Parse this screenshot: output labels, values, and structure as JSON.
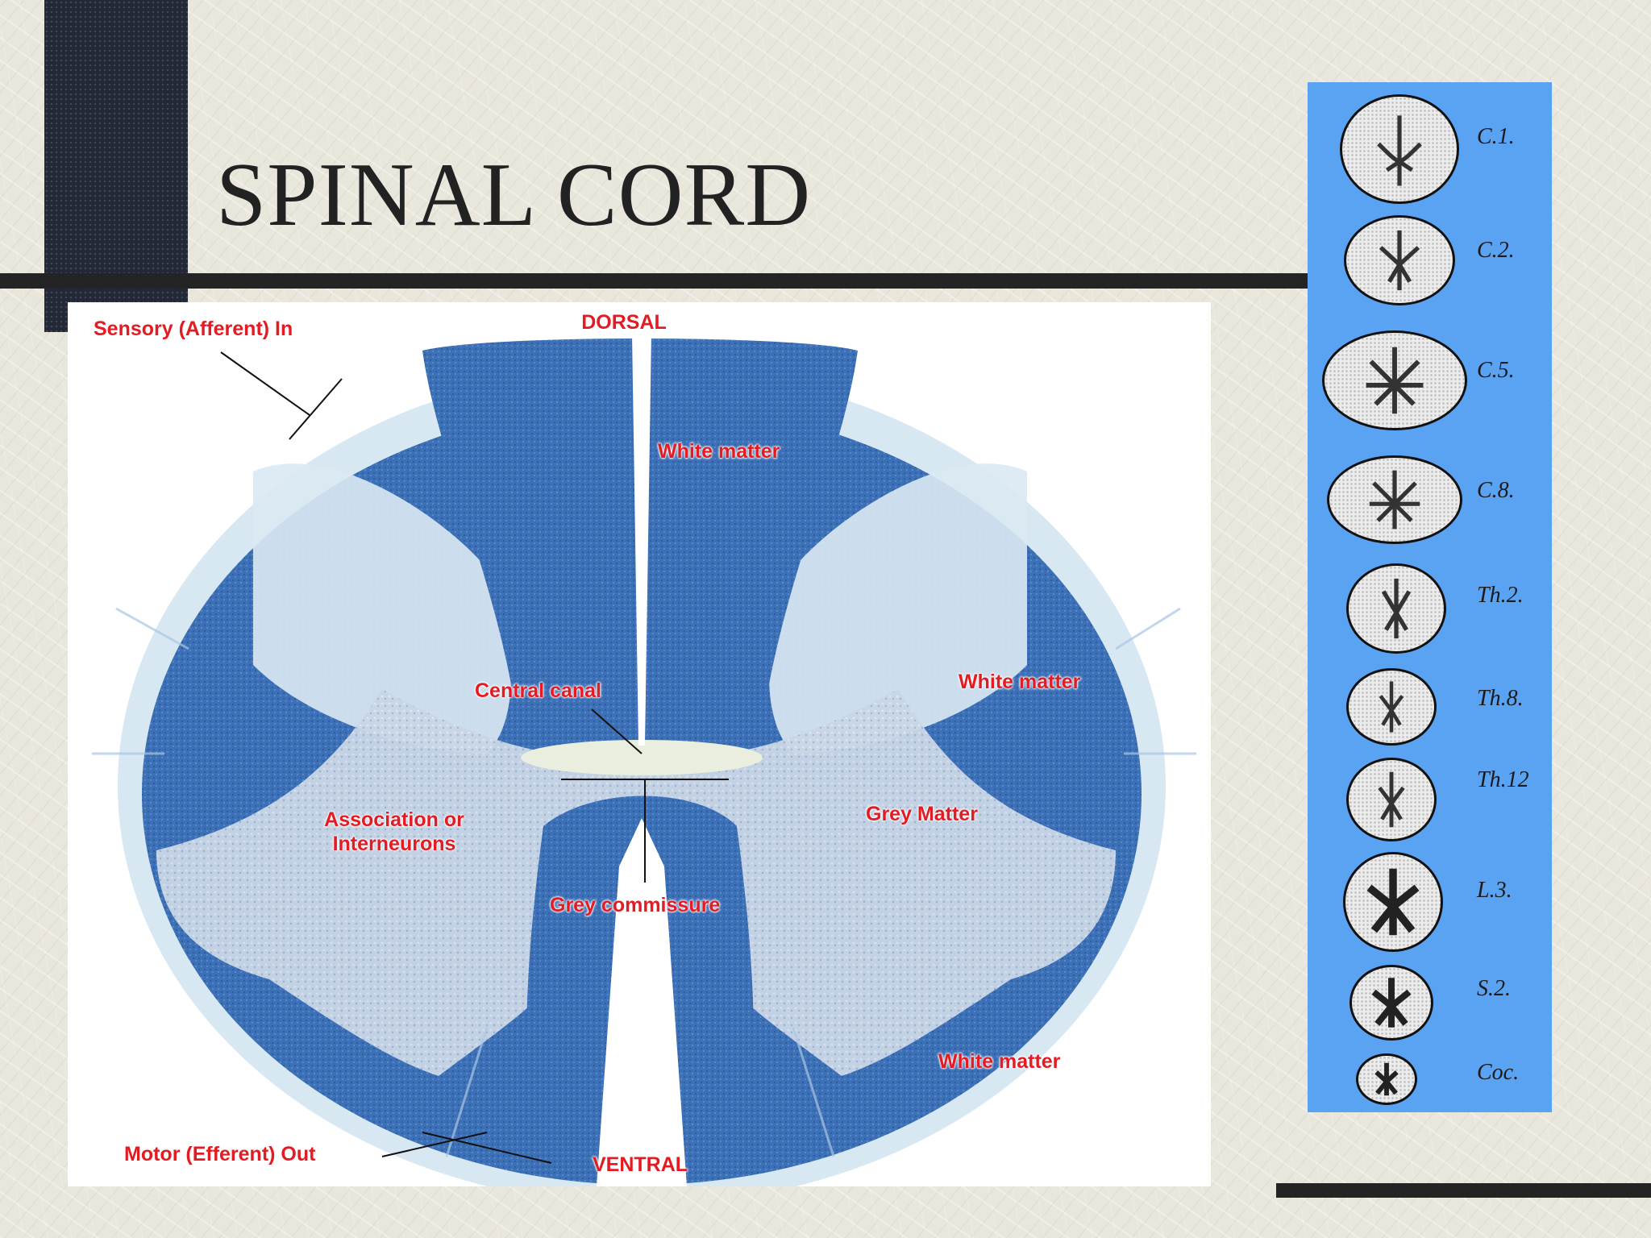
{
  "slide": {
    "title": "SPINAL CORD"
  },
  "figure": {
    "labels": {
      "dorsal": "DORSAL",
      "sensory": "Sensory (Afferent) In",
      "white_matter_top": "White matter",
      "white_matter_right": "White matter",
      "central_canal": "Central canal",
      "association_line1": "Association or",
      "association_line2": "Interneurons",
      "grey_matter": "Grey Matter",
      "grey_commissure": "Grey commissure",
      "white_matter_bottom": "White matter",
      "motor": "Motor (Efferent) Out",
      "ventral": "VENTRAL"
    }
  },
  "segments": {
    "items": [
      {
        "code": "C.1."
      },
      {
        "code": "C.2."
      },
      {
        "code": "C.5."
      },
      {
        "code": "C.8."
      },
      {
        "code": "Th.2."
      },
      {
        "code": "Th.8."
      },
      {
        "code": "Th.12"
      },
      {
        "code": "L.3."
      },
      {
        "code": "S.2."
      },
      {
        "code": "Coc."
      }
    ]
  },
  "colors": {
    "label_red": "#e31b23",
    "stain_blue": "#3e72b8",
    "strip_blue": "#5aa2f2",
    "dark_bar": "#232837"
  }
}
